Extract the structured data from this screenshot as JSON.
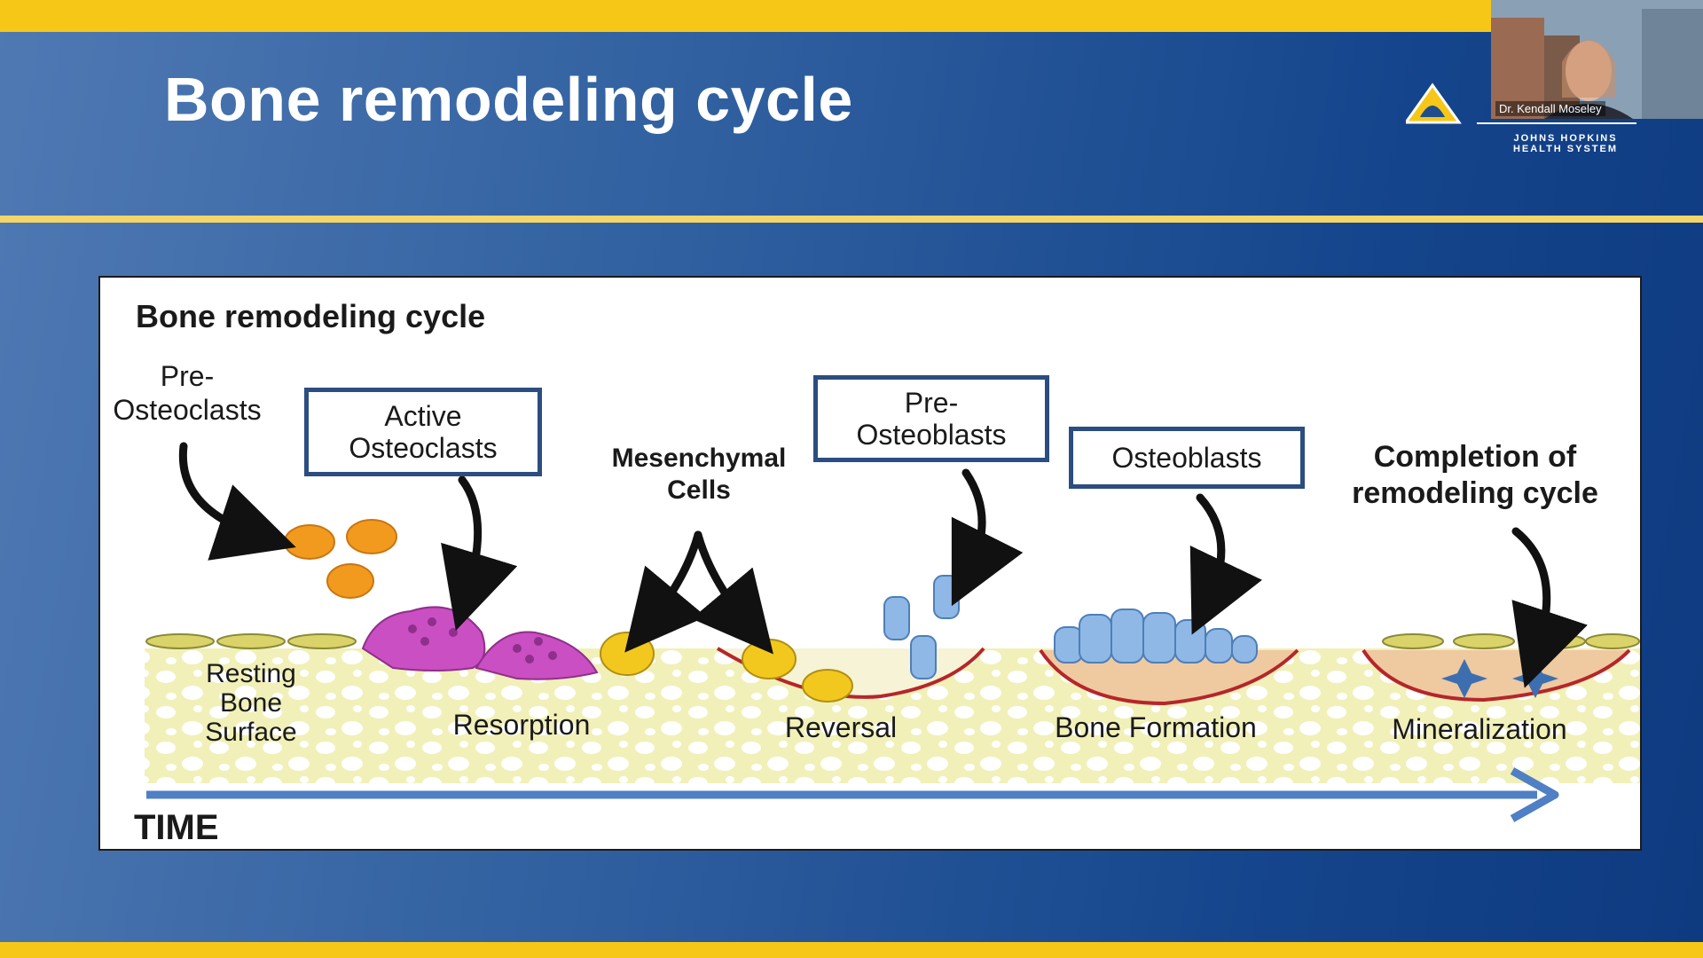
{
  "slide": {
    "title": "Bone remodeling cycle"
  },
  "logo": {
    "text": "JOHNS HOPKINS HEALTH SYSTEM"
  },
  "video": {
    "name": "Dr. Kendall Moseley"
  },
  "figure": {
    "title": "Bone remodeling cycle",
    "labels": {
      "pre_osteoclasts": "Pre-\nOsteoclasts",
      "active_osteoclasts": "Active\nOsteoclasts",
      "mesenchymal_cells": "Mesenchymal\nCells",
      "pre_osteoblasts": "Pre-\nOsteoblasts",
      "osteoblasts": "Osteoblasts",
      "completion": "Completion of\nremodeling cycle"
    },
    "stages": {
      "resting": "Resting\nBone\nSurface",
      "resorption": "Resorption",
      "reversal": "Reversal",
      "bone_formation": "Bone Formation",
      "mineralization": "Mineralization"
    },
    "time_label": "TIME"
  },
  "colors": {
    "accent_yellow": "#f7c718",
    "box_border": "#2b4d80",
    "bone_fill": "#f1f0b8",
    "osteoclast": "#c94fc2",
    "pre_osteoclast": "#f29a1e",
    "osteoblast": "#8fb8e6",
    "time_arrow": "#4f7fc4"
  }
}
